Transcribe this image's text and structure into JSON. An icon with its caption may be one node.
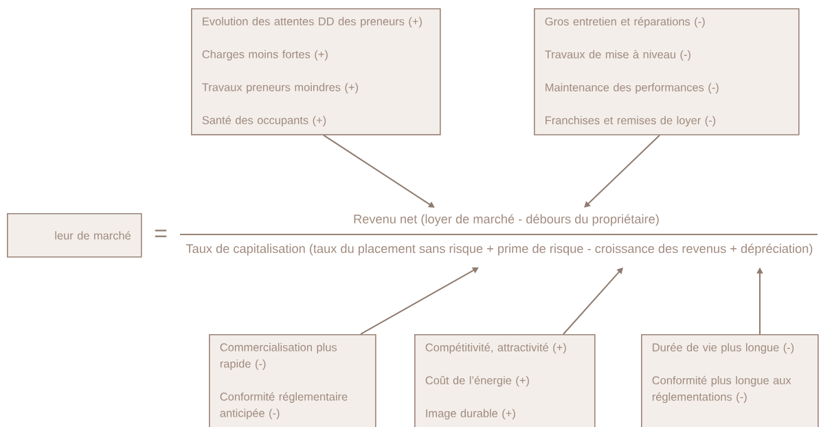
{
  "diagram": {
    "nodes": [
      {
        "text": [
          "Evolution des attentes DD des preneurs (+)",
          "Charges moins fortes (+)",
          "Travaux preneurs moindres (+)",
          "Santé des occupants (+)"
        ]
      },
      {
        "text": [
          "Gros entretien et réparations (-)",
          "Travaux de mise à niveau (-)",
          "Maintenance des performances (-)",
          "Franchises et remises de loyer (-)"
        ]
      },
      {
        "text": [
          "leur de marché"
        ],
        "beside": [
          "="
        ]
      },
      {
        "text": [
          "Revenu net (loyer de marché - débours du propriétaire)"
        ]
      },
      {
        "text": [
          "Taux de capitalisation (taux du placement sans risque + prime de risque - croissance des revenus + dépréciation)"
        ]
      },
      {
        "text": [
          "Commercialisation plus rapide (-)",
          "Conformité réglementaire anticipée (-)"
        ]
      },
      {
        "text": [
          "Compétitivité, attractivité (+)",
          "Coût de l’énergie (+)",
          "Image durable (+)"
        ]
      },
      {
        "text": [
          "Durée de vie plus longue (-)",
          "Conformité plus longue aux réglementations (-)"
        ]
      }
    ],
    "edges": [
      {
        "from": 0,
        "to": 3,
        "arrow": "to"
      },
      {
        "from": 1,
        "to": 3,
        "arrow": "to"
      },
      {
        "from": 5,
        "to": 4,
        "arrow": "to"
      },
      {
        "from": 6,
        "to": 4,
        "arrow": "to"
      },
      {
        "from": 7,
        "to": 4,
        "arrow": "to"
      }
    ]
  }
}
